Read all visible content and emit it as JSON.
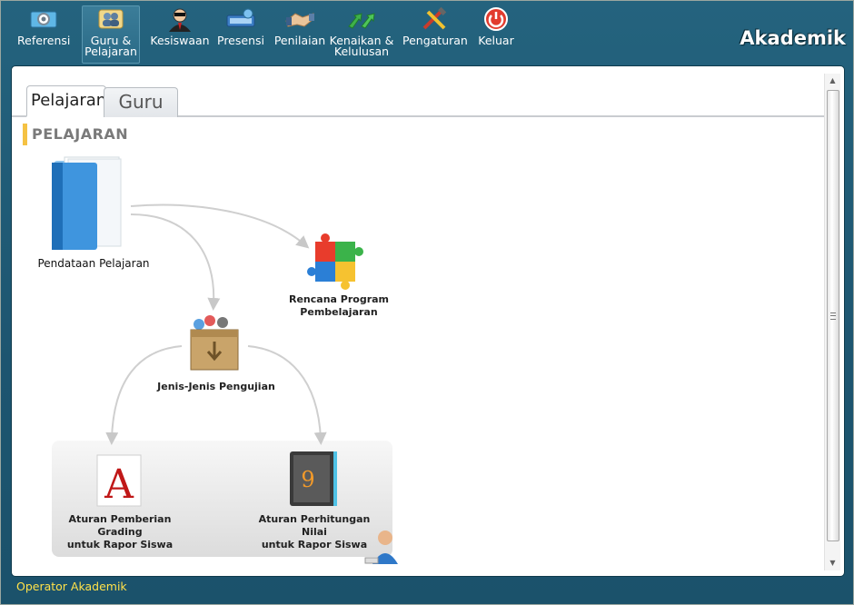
{
  "app": {
    "brand": "Akademik"
  },
  "toolbar": {
    "items": [
      {
        "label": "Referensi",
        "icon": "gear-card-icon"
      },
      {
        "label1": "Guru &",
        "label2": "Pelajaran",
        "icon": "users-icon"
      },
      {
        "label": "Kesiswaan",
        "icon": "student-icon"
      },
      {
        "label": "Presensi",
        "icon": "keyboard-icon"
      },
      {
        "label": "Penilaian",
        "icon": "handshake-icon"
      },
      {
        "label1": "Kenaikan &",
        "label2": "Kelulusan",
        "icon": "arrows-icon"
      },
      {
        "label": "Pengaturan",
        "icon": "tools-icon"
      },
      {
        "label": "Keluar",
        "icon": "power-icon"
      }
    ]
  },
  "tabs": [
    {
      "label": "Pelajaran"
    },
    {
      "label": "Guru"
    }
  ],
  "section": {
    "title": "PELAJARAN"
  },
  "nodes": {
    "pendataan": {
      "label": "Pendataan Pelajaran"
    },
    "rpp": {
      "line1": "Rencana Program",
      "line2": "Pembelajaran"
    },
    "jenis": {
      "label": "Jenis-Jenis Pengujian"
    },
    "grading": {
      "line1": "Aturan Pemberian Grading",
      "line2": "untuk Rapor Siswa"
    },
    "perhitungan": {
      "line1": "Aturan Perhitungan Nilai",
      "line2": "untuk Rapor Siswa"
    }
  },
  "status": {
    "user": "Operator Akademik"
  },
  "colors": {
    "accent": "#f5c243",
    "frame": "#1f5a73",
    "status_text": "#ffe14a"
  }
}
